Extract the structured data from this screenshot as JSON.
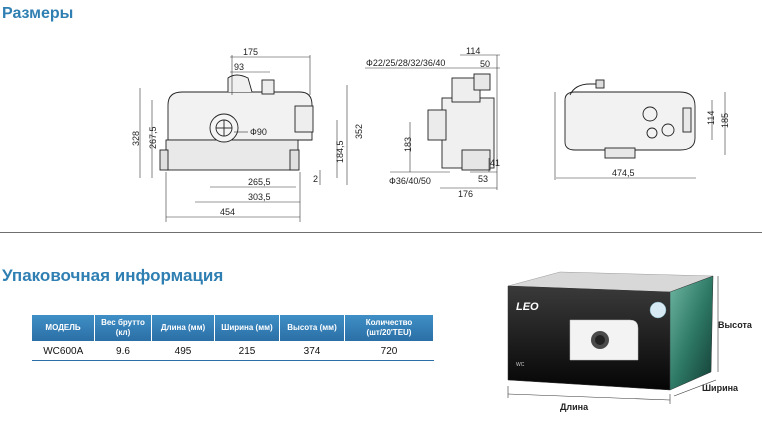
{
  "sections": {
    "dimensions_title": "Размеры",
    "packaging_title": "Упаковочная информация"
  },
  "front_view": {
    "dims": [
      "175",
      "93",
      "328",
      "267,5",
      "352",
      "184,5",
      "2",
      "265,5",
      "303,5",
      "454"
    ],
    "outlet_label": "Ф90"
  },
  "side_view": {
    "inlet_label": "Ф22/25/28/32/36/40",
    "dims": [
      "114",
      "50",
      "183",
      "41",
      "53",
      "176"
    ],
    "outlet_label": "Ф36/40/50"
  },
  "top_view": {
    "dims": [
      "114",
      "185",
      "474,5"
    ]
  },
  "table": {
    "headers": [
      "МОДЕЛЬ",
      "Вес брутто (кл)",
      "Длина (мм)",
      "Ширина (мм)",
      "Высота (мм)",
      "Количество (шт/20'TEU)"
    ],
    "rows": [
      [
        "WC600A",
        "9.6",
        "495",
        "215",
        "374",
        "720"
      ]
    ]
  },
  "box": {
    "brand": "LEO",
    "label_height": "Высота",
    "label_width": "Ширина",
    "label_length": "Длина",
    "model_tag": "WC"
  },
  "colors": {
    "heading": "#2f7fb3",
    "table_header": "#2b6fa6"
  }
}
